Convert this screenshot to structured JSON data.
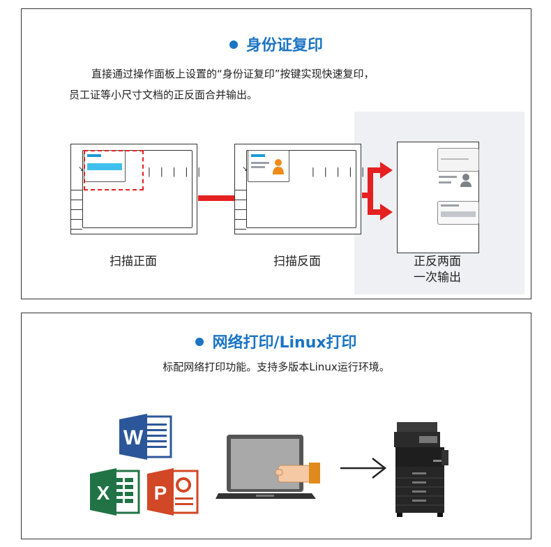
{
  "section_id_copy": {
    "title": "身份证复印",
    "description_line1": "直接通过操作面板上设置的“身份证复印”按键实现快速复印，",
    "description_line2": "员工证等小尺寸文档的正反面合并输出。",
    "captions": {
      "scan_front": "扫描正面",
      "scan_back": "扫描反面",
      "output_line1": "正反两面",
      "output_line2": "一次输出"
    },
    "accent_color": "#1a74c4",
    "highlight_color": "#e52020"
  },
  "section_network_print": {
    "title": "网络打印/Linux打印",
    "description": "标配网络打印功能。支持多版本Linux运行环境。",
    "icons": [
      "word-icon",
      "excel-icon",
      "powerpoint-icon",
      "laptop-icon",
      "arrow-right-icon",
      "printer-icon"
    ],
    "icon_letters": {
      "word": "W",
      "excel": "X",
      "powerpoint": "P"
    },
    "colors": {
      "word": "#2b579a",
      "excel": "#217346",
      "powerpoint": "#d24726"
    }
  }
}
